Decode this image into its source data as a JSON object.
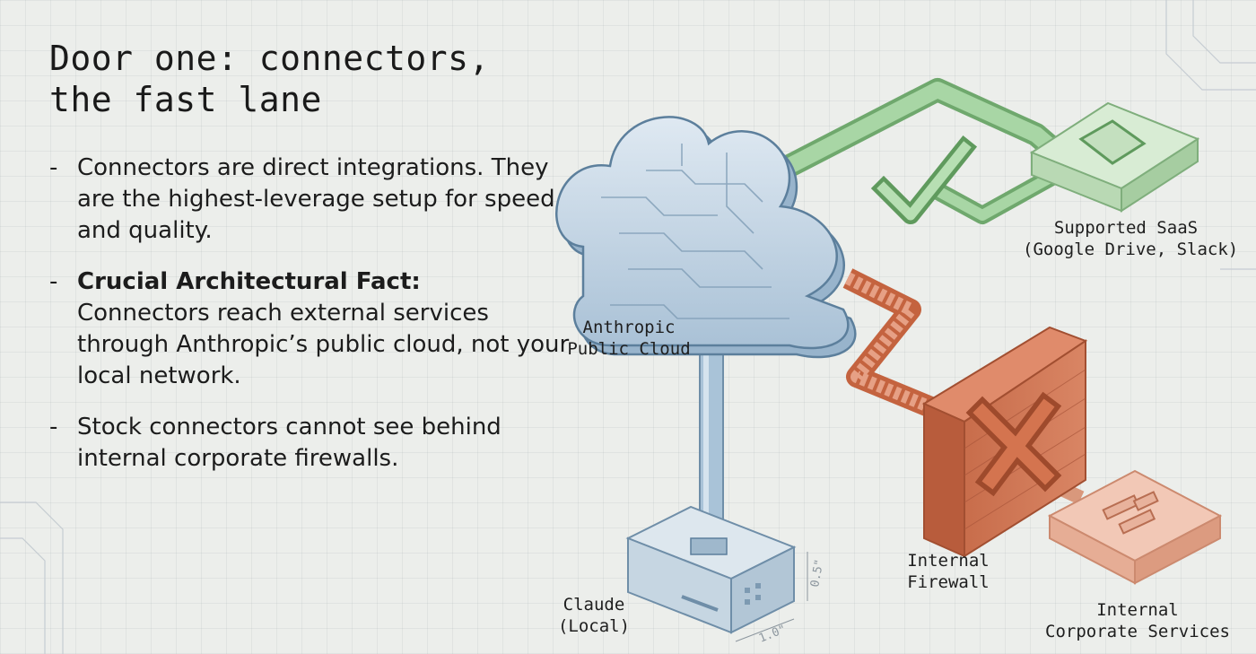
{
  "title": {
    "line1": "Door one: connectors,",
    "line2": "the fast lane"
  },
  "bullets": [
    {
      "lead": "",
      "text": "Connectors are direct integrations. They are the highest-leverage setup for speed and quality."
    },
    {
      "lead": "Crucial Architectural Fact:",
      "text": "Connectors reach external services through Anthropic’s public cloud, not your local network."
    },
    {
      "lead": "",
      "text": "Stock connectors cannot see behind internal corporate firewalls."
    }
  ],
  "diagram": {
    "cloud_label": {
      "line1": "Anthropic",
      "line2": "Public Cloud"
    },
    "local_label": {
      "line1": "Claude",
      "line2": "(Local)"
    },
    "saas_label": {
      "line1": "Supported SaaS",
      "line2": "(Google Drive, Slack)"
    },
    "firewall_label": {
      "line1": "Internal",
      "line2": "Firewall"
    },
    "corp_label": {
      "line1": "Internal",
      "line2": "Corporate Services"
    },
    "dimension_height": "0.5\"",
    "dimension_width": "1.0\"",
    "colors": {
      "cloud": "#b9cfe0",
      "allowed_path": "#8cc28a",
      "blocked_path": "#d67a5c",
      "firewall": "#c9714f",
      "corporate": "#ecb49d"
    }
  }
}
